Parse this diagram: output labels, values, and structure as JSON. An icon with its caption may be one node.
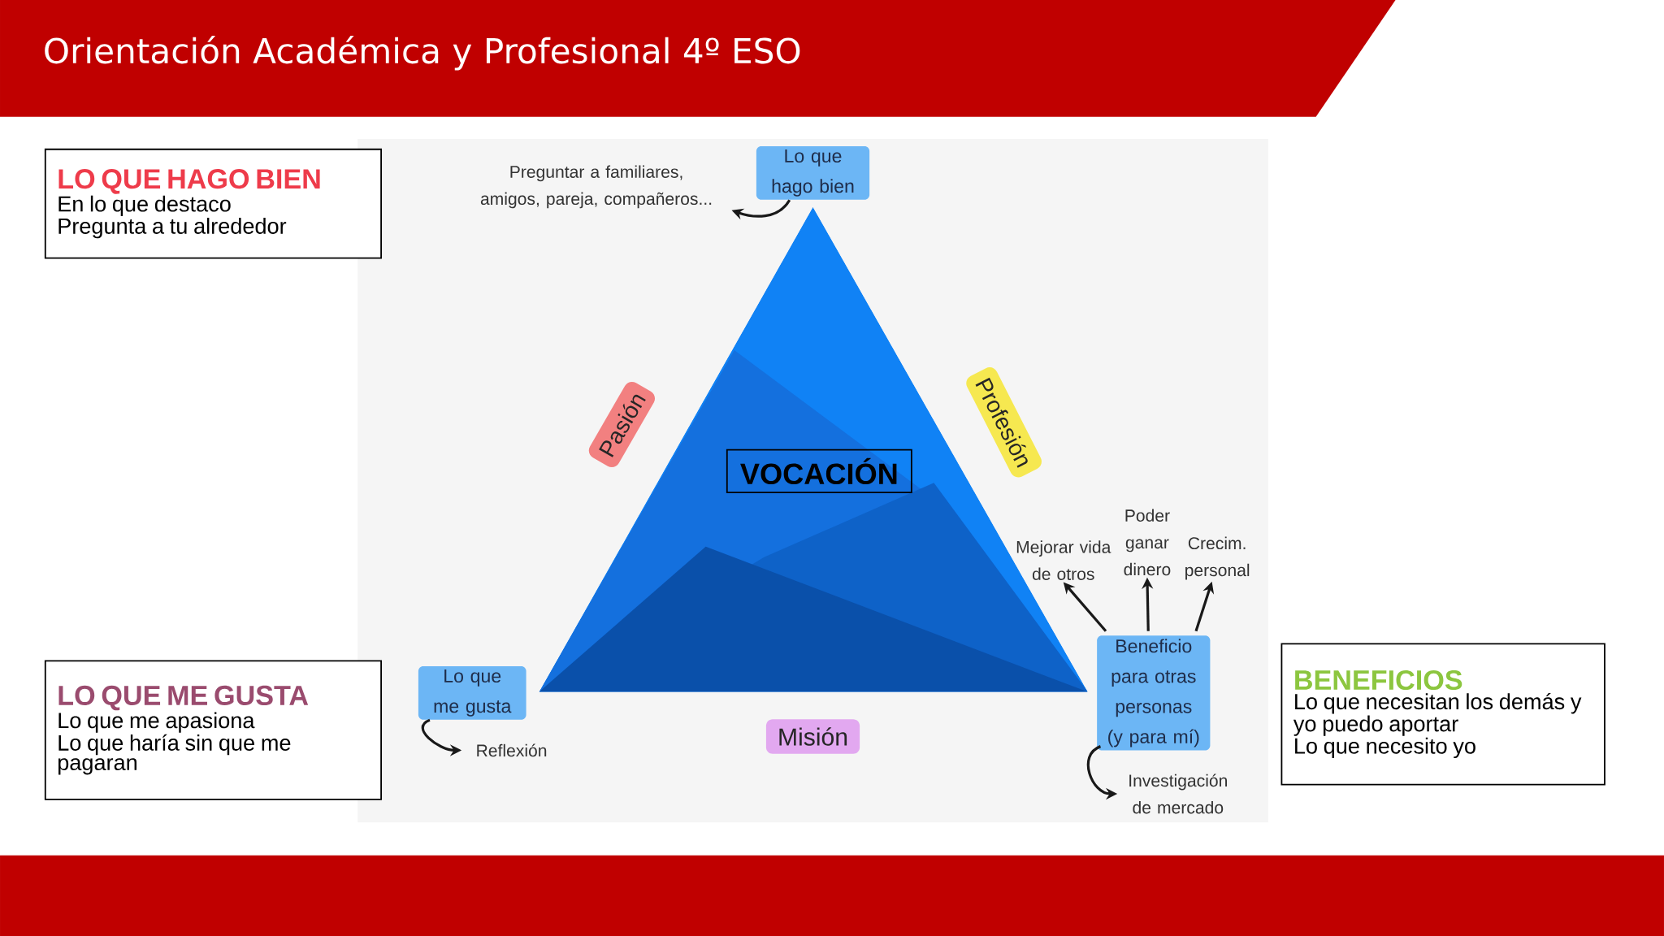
{
  "diagram": {
    "title": "Orientación Académica y Profesional 4º ESO",
    "nodes": [
      {
        "text": [
          "LO QUE HAGO BIEN",
          "En lo que destaco",
          "Pregunta a tu alrededor"
        ]
      },
      {
        "text": [
          "LO QUE ME GUSTA",
          "Lo que me apasiona",
          "Lo que haría sin que me pagaran"
        ]
      },
      {
        "text": [
          "BENEFICIOS",
          "Lo que necesitan los demás y yo puedo aportar",
          "Lo que necesito yo"
        ]
      },
      {
        "text": [
          "Lo que hago bien"
        ]
      },
      {
        "text": [
          "Preguntar a familiares, amigos, pareja, compañeros..."
        ]
      },
      {
        "text": [
          "Pasión"
        ]
      },
      {
        "text": [
          "Profesión"
        ]
      },
      {
        "text": [
          "VOCACIÓN"
        ]
      },
      {
        "text": [
          "Mejorar vida de otros"
        ]
      },
      {
        "text": [
          "Poder ganar dinero"
        ]
      },
      {
        "text": [
          "Crecim. personal"
        ]
      },
      {
        "text": [
          "Lo que me gusta"
        ]
      },
      {
        "text": [
          "Reflexión"
        ]
      },
      {
        "text": [
          "Beneficio para otras personas (y para mí)"
        ]
      },
      {
        "text": [
          "Misión"
        ]
      },
      {
        "text": [
          "Investigación de mercado"
        ]
      }
    ],
    "edges": [
      {
        "from": 3,
        "to": 4,
        "arrow": "to"
      },
      {
        "from": 13,
        "to": 8,
        "arrow": "to"
      },
      {
        "from": 13,
        "to": 9,
        "arrow": "to"
      },
      {
        "from": 13,
        "to": 10,
        "arrow": "to"
      },
      {
        "from": 11,
        "to": 12,
        "arrow": "to"
      },
      {
        "from": 13,
        "to": 15,
        "arrow": "to"
      }
    ]
  }
}
